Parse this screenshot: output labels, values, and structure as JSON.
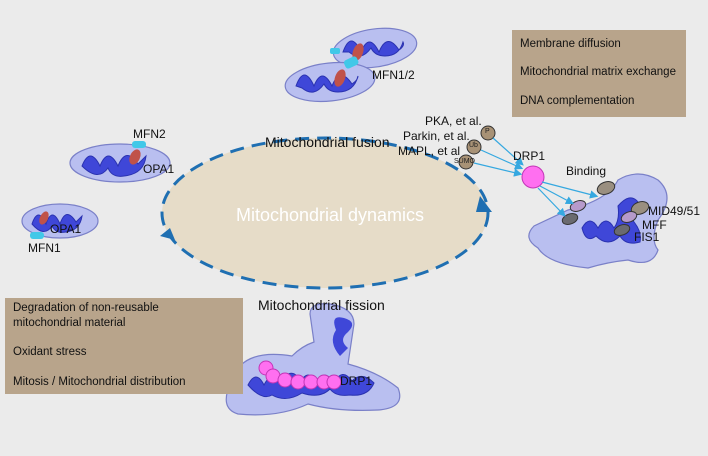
{
  "center_label": "Mitochondrial dynamics",
  "process_labels": {
    "fusion": "Mitochondrial fusion",
    "fission": "Mitochondrial fission"
  },
  "fusion_box": {
    "items": [
      "Membrane diffusion",
      "Mitochondrial matrix exchange",
      "DNA complementation"
    ]
  },
  "fission_box": {
    "items": [
      "Degradation of non-reusable",
      "mitochondrial material",
      "Oxidant stress",
      "Mitosis / Mitochondrial distribution"
    ]
  },
  "proteins": {
    "mfn12": "MFN1/2",
    "mfn2": "MFN2",
    "opa1_a": "OPA1",
    "opa1_b": "OPA1",
    "mfn1": "MFN1",
    "drp1_top": "DRP1",
    "drp1_bottom": "DRP1",
    "binding": "Binding",
    "mid4951": "MID49/51",
    "mff": "MFF",
    "fis1": "FIS1"
  },
  "modifiers": {
    "pka": "PKA, et al.",
    "parkin": "Parkin, et al.",
    "mapl": "MAPL, et al",
    "p_badge": "P",
    "ub_badge": "Ub",
    "sumo_badge": "SUMO"
  },
  "colors": {
    "background": "#ebebeb",
    "ellipse_fill": "#e6dcc8",
    "arrow_blue": "#1f6fb2",
    "outer_membrane": "#b9bff0",
    "inner_membrane": "#3f47d8",
    "text_box": "#b8a48b",
    "drp1": "#ff6ff0",
    "opa1": "#c0524a",
    "mfn": "#41c8e8"
  }
}
